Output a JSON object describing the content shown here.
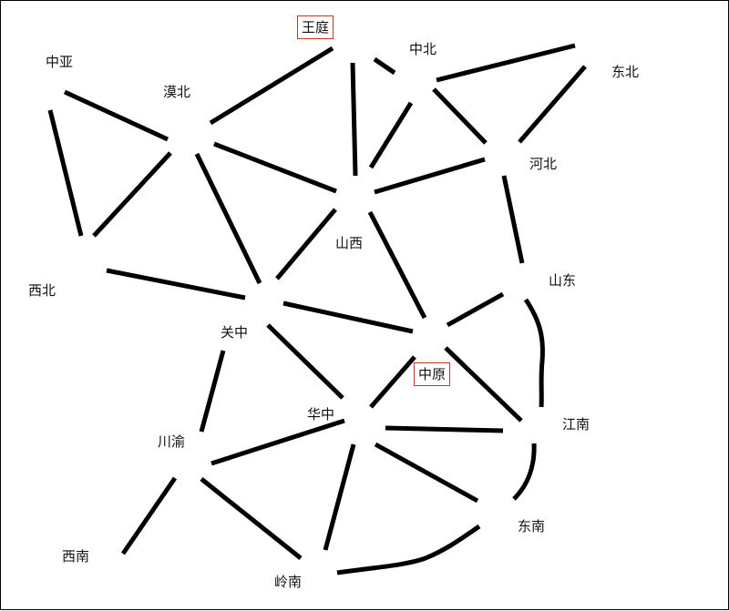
{
  "regions": {
    "wangting": "王庭",
    "zhongya": "中亚",
    "zhongbei": "中北",
    "dongbei": "东北",
    "mobei": "漠北",
    "hebei": "河北",
    "shanxi": "山西",
    "xibei": "西北",
    "shandong": "山东",
    "guanzhong": "关中",
    "zhongyuan": "中原",
    "huazhong": "华中",
    "jiangnan": "江南",
    "chuanyu": "川渝",
    "dongnan": "东南",
    "xinan": "西南",
    "lingnan": "岭南"
  },
  "label_colors": {
    "highlight_border": "#c83232",
    "text": "#111111",
    "road": "#000000"
  }
}
